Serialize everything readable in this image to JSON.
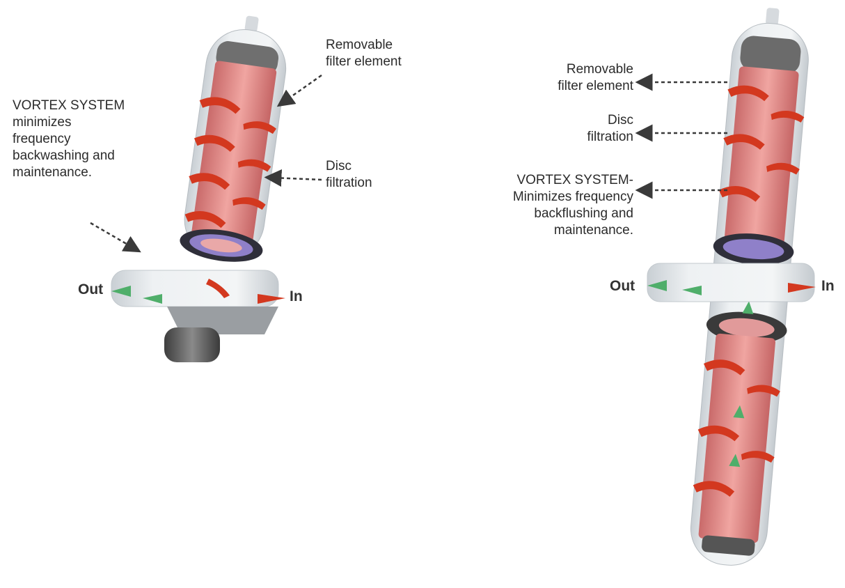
{
  "left_diagram": {
    "removable": [
      "Removable",
      "filter element"
    ],
    "disc": [
      "Disc",
      "filtration"
    ],
    "vortex": [
      "VORTEX SYSTEM",
      "minimizes",
      "frequency",
      "backwashing and",
      "maintenance."
    ],
    "flow_out": "Out",
    "flow_in": "In"
  },
  "right_diagram": {
    "removable": [
      "Removable",
      "filter element"
    ],
    "disc": [
      "Disc",
      "filtration"
    ],
    "vortex": [
      "VORTEX SYSTEM-",
      "Minimizes frequency",
      "backflushing and",
      "maintenance."
    ],
    "flow_out": "Out",
    "flow_in": "In"
  },
  "colors": {
    "filter": "#e98f8f",
    "arrow_red": "#cc3b22",
    "arrow_green": "#4fae6a",
    "housing": "#e4e8ec"
  }
}
